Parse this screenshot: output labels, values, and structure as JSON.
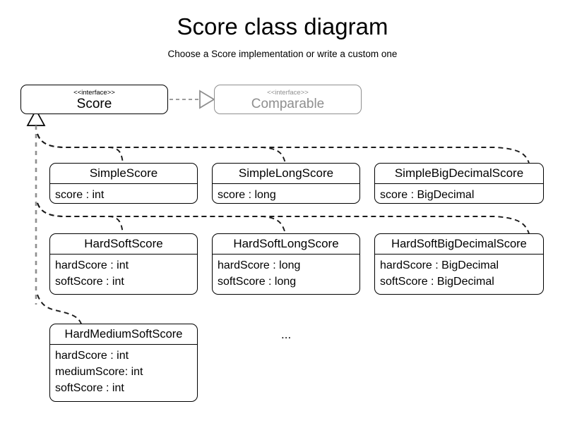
{
  "diagram": {
    "title": "Score class diagram",
    "subtitle": "Choose a Score implementation or write a custom one",
    "ellipsis": "...",
    "colors": {
      "stroke": "#000000",
      "ghost_stroke": "#8f8f8f",
      "background": "#ffffff"
    }
  },
  "interfaces": [
    {
      "stereotype": "<<interface>>",
      "name": "Score",
      "style": "solid"
    },
    {
      "stereotype": "<<interface>>",
      "name": "Comparable",
      "style": "ghost"
    }
  ],
  "classes": [
    {
      "name": "SimpleScore",
      "attributes": [
        "score : int"
      ]
    },
    {
      "name": "SimpleLongScore",
      "attributes": [
        "score : long"
      ]
    },
    {
      "name": "SimpleBigDecimalScore",
      "attributes": [
        "score : BigDecimal"
      ]
    },
    {
      "name": "HardSoftScore",
      "attributes": [
        "hardScore : int",
        "softScore : int"
      ]
    },
    {
      "name": "HardSoftLongScore",
      "attributes": [
        "hardScore : long",
        "softScore : long"
      ]
    },
    {
      "name": "HardSoftBigDecimalScore",
      "attributes": [
        "hardScore : BigDecimal",
        "softScore : BigDecimal"
      ]
    },
    {
      "name": "HardMediumSoftScore",
      "attributes": [
        "hardScore : int",
        "mediumScore: int",
        "softScore : int"
      ]
    }
  ],
  "relationships": [
    {
      "type": "realization",
      "from": "Score",
      "to": "Comparable",
      "line": "dashed",
      "arrow": "hollow-triangle"
    },
    {
      "type": "implementation",
      "from": "SimpleScore",
      "to": "Score",
      "line": "dashed",
      "arrow": "hollow-triangle"
    },
    {
      "type": "implementation",
      "from": "SimpleLongScore",
      "to": "Score",
      "line": "dashed",
      "arrow": "hollow-triangle"
    },
    {
      "type": "implementation",
      "from": "SimpleBigDecimalScore",
      "to": "Score",
      "line": "dashed",
      "arrow": "hollow-triangle"
    },
    {
      "type": "implementation",
      "from": "HardSoftScore",
      "to": "Score",
      "line": "dashed",
      "arrow": "hollow-triangle"
    },
    {
      "type": "implementation",
      "from": "HardSoftLongScore",
      "to": "Score",
      "line": "dashed",
      "arrow": "hollow-triangle"
    },
    {
      "type": "implementation",
      "from": "HardSoftBigDecimalScore",
      "to": "Score",
      "line": "dashed",
      "arrow": "hollow-triangle"
    },
    {
      "type": "implementation",
      "from": "HardMediumSoftScore",
      "to": "Score",
      "line": "dashed",
      "arrow": "hollow-triangle"
    }
  ]
}
